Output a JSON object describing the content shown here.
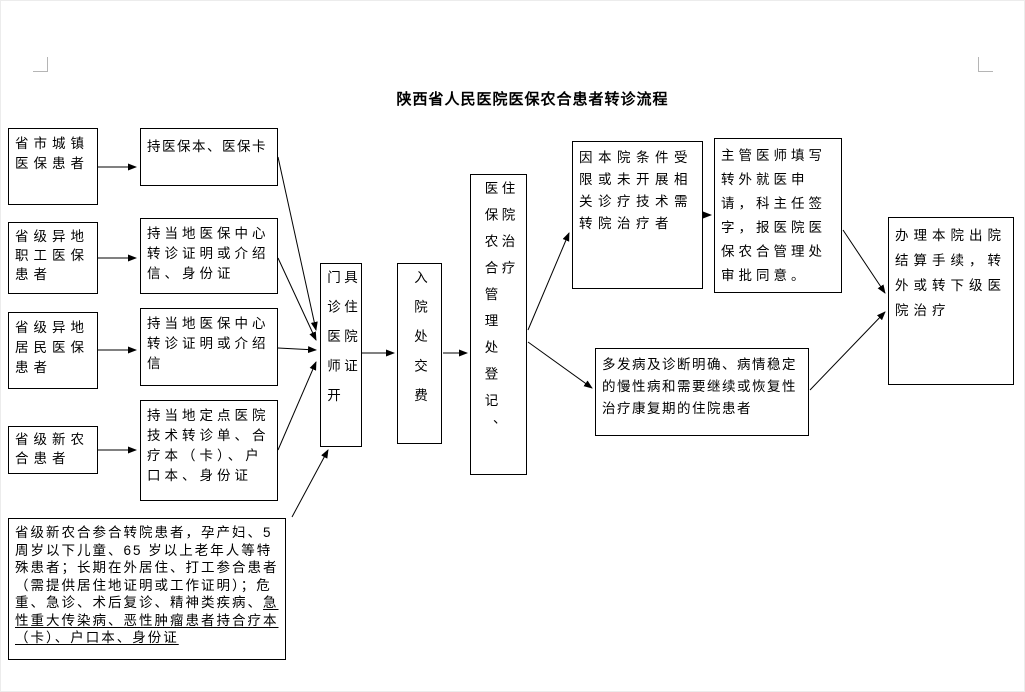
{
  "title": "陕西省人民医院医保农合患者转诊流程",
  "colors": {
    "border": "#000000",
    "background": "#ffffff",
    "text": "#000000"
  },
  "nodes": {
    "patient_urban": "省市城镇医保患者",
    "patient_remote_employee": "省级异地职工医保患者",
    "patient_remote_resident": "省级异地居民医保患者",
    "patient_new_rural": "省级新农合患者",
    "doc_urban": "持医保本、医保卡",
    "doc_remote_employee": "持当地医保中心转诊证明或介绍信、身份证",
    "doc_remote_resident": "持当地医保中心转诊证明或介绍信",
    "doc_new_rural": "持当地定点医院技术转诊单、合疗本（卡）、户口本、身份证",
    "special_part1": "省级新农合参合转院患者，孕产妇、5周岁以下儿童、65 岁以上老年人等特殊患者；长期在外居住、打工参合患者（需提供居住地证明或工作证明）；危重、急诊、术后复诊、精神类疾病、",
    "special_part2": "急性重大传染病、恶性肿瘤患者持合疗本（卡）、户口本、身份证",
    "outpatient_cert": "门诊医师开具住院证",
    "admission_pay": "入院处交费",
    "registration": "医保农合管理处登记、住院治疗",
    "transfer_limited": "因本院条件受限或未开展相关诊疗技术需转院治疗者",
    "chronic_stable": "多发病及诊断明确、病情稳定的慢性病和需要继续或恢复性治疗康复期的住院患者",
    "transfer_application": "主管医师填写转外就医申请，科主任签字，报医院医保农合管理处审批同意。",
    "discharge_transfer": "办理本院出院结算手续，转外或转下级医院治疗"
  }
}
